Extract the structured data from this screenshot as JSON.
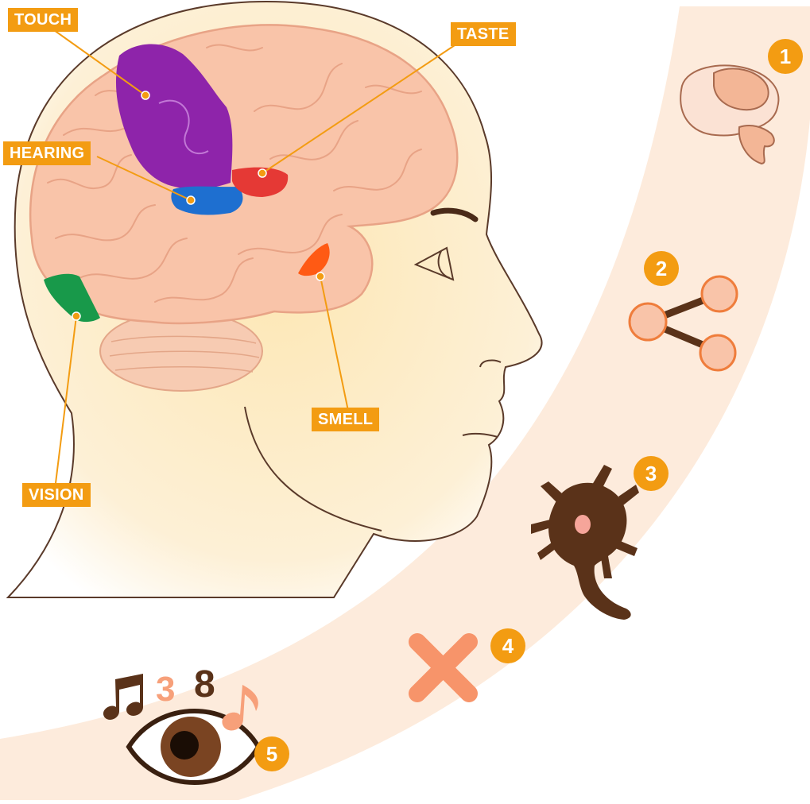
{
  "labels": {
    "touch": "TOUCH",
    "taste": "TASTE",
    "hearing": "HEARING",
    "smell": "SMELL",
    "vision": "VISION"
  },
  "steps": [
    "1",
    "2",
    "3",
    "4",
    "5"
  ],
  "icons": {
    "step1": "brain-icon",
    "step2": "network-nodes-icon",
    "step3": "neuron-icon",
    "step4": "cross-icon",
    "step5": "eye-with-symbols-icon"
  },
  "step5_symbols": [
    "3",
    "8"
  ],
  "colors": {
    "accent": "#f39c12",
    "touch_area": "#8e24aa",
    "taste_area": "#e53935",
    "hearing_area": "#1e6fd0",
    "smell_area": "#ff5a14",
    "vision_area": "#18994a",
    "brain": "#f9c4a9",
    "skin": "#fde9bf",
    "arc_band": "#fdebdc",
    "dark_brown": "#5a3219"
  }
}
